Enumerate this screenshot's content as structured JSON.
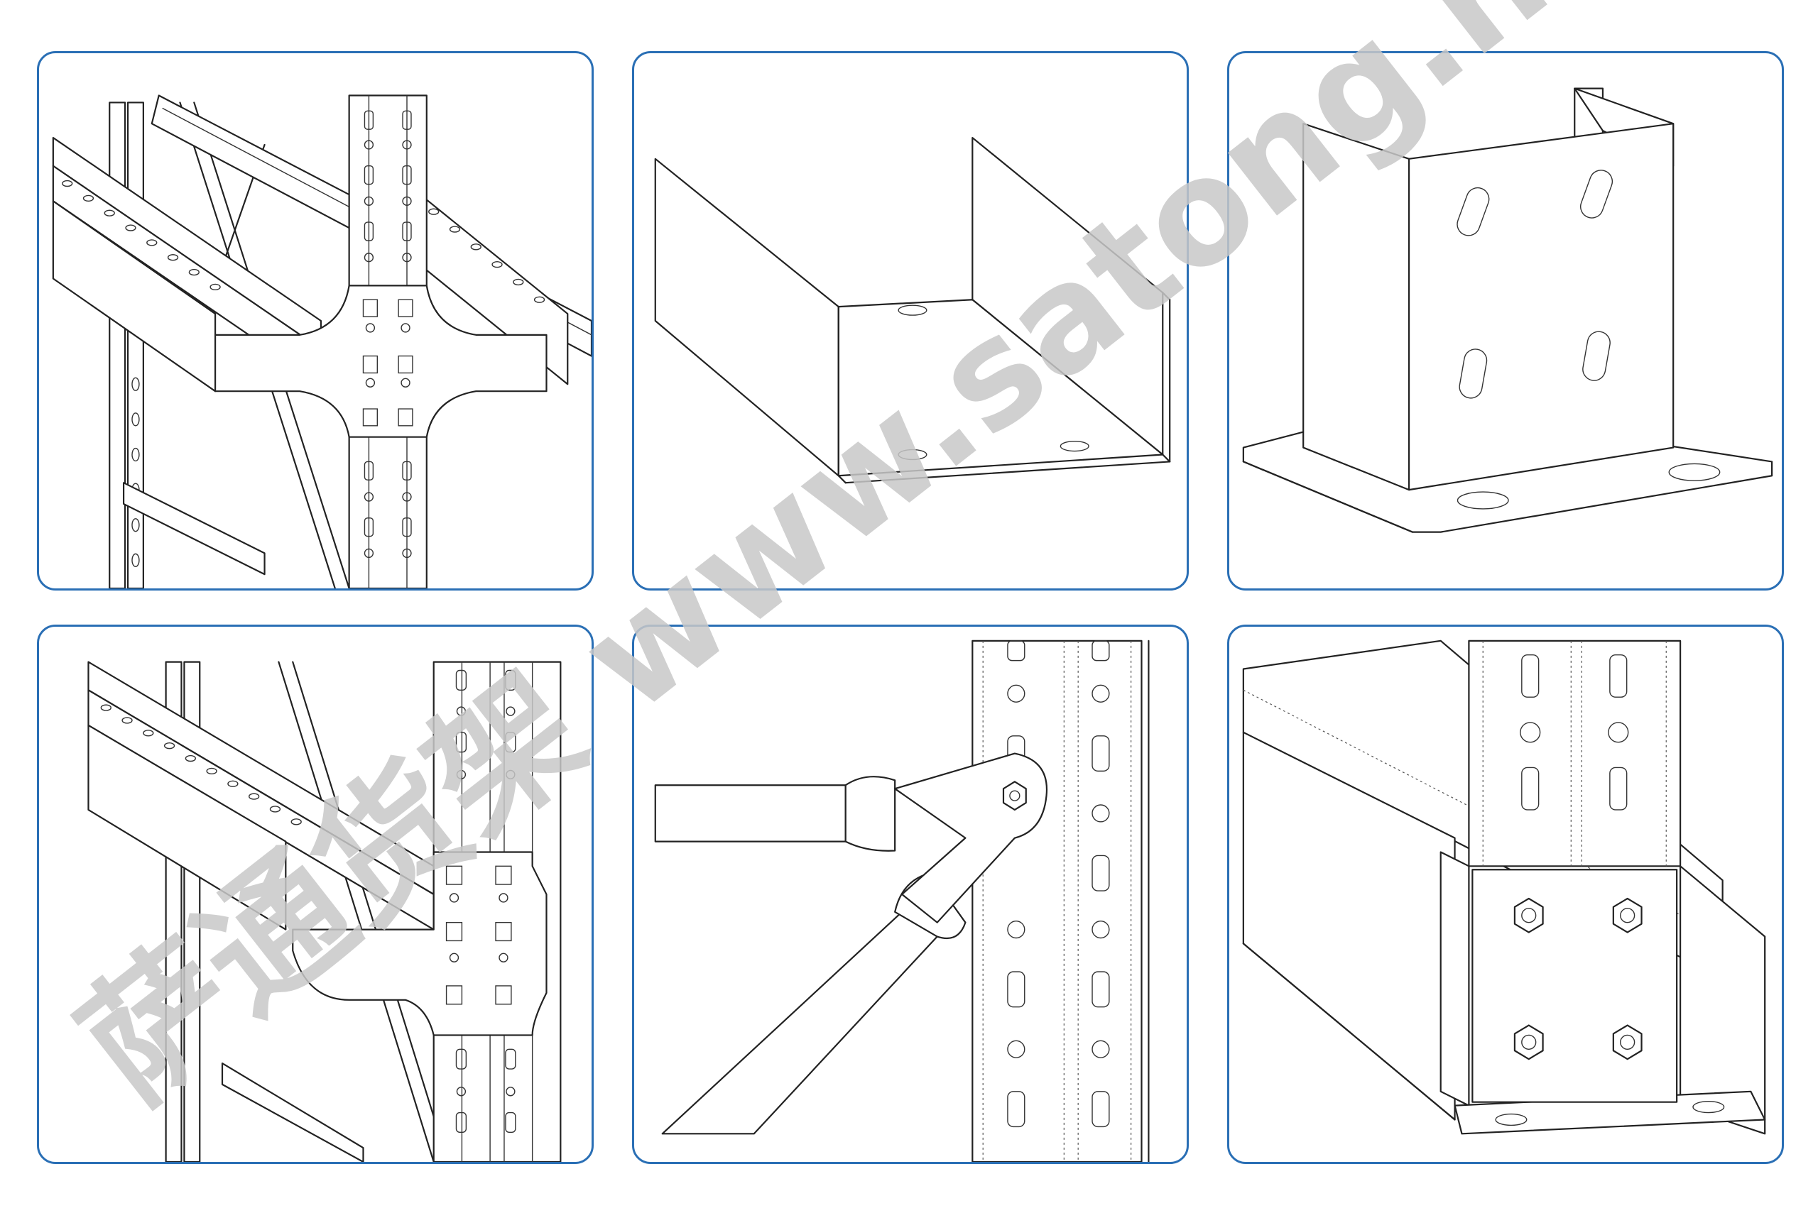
{
  "panels": [
    {
      "id": "p1",
      "icon": "beam-to-upright-connection-icon"
    },
    {
      "id": "p2",
      "icon": "u-channel-bracket-icon"
    },
    {
      "id": "p3",
      "icon": "upright-base-plate-icon"
    },
    {
      "id": "p4",
      "icon": "beam-connector-plate-icon"
    },
    {
      "id": "p5",
      "icon": "diagonal-brace-joint-icon"
    },
    {
      "id": "p6",
      "icon": "bolted-footplate-icon"
    }
  ],
  "watermark": {
    "text": "萨通货架 www.satong.net",
    "color": "#c8c8c8"
  },
  "colors": {
    "border": "#2a6fb5",
    "line": "#222222",
    "background": "#ffffff"
  }
}
